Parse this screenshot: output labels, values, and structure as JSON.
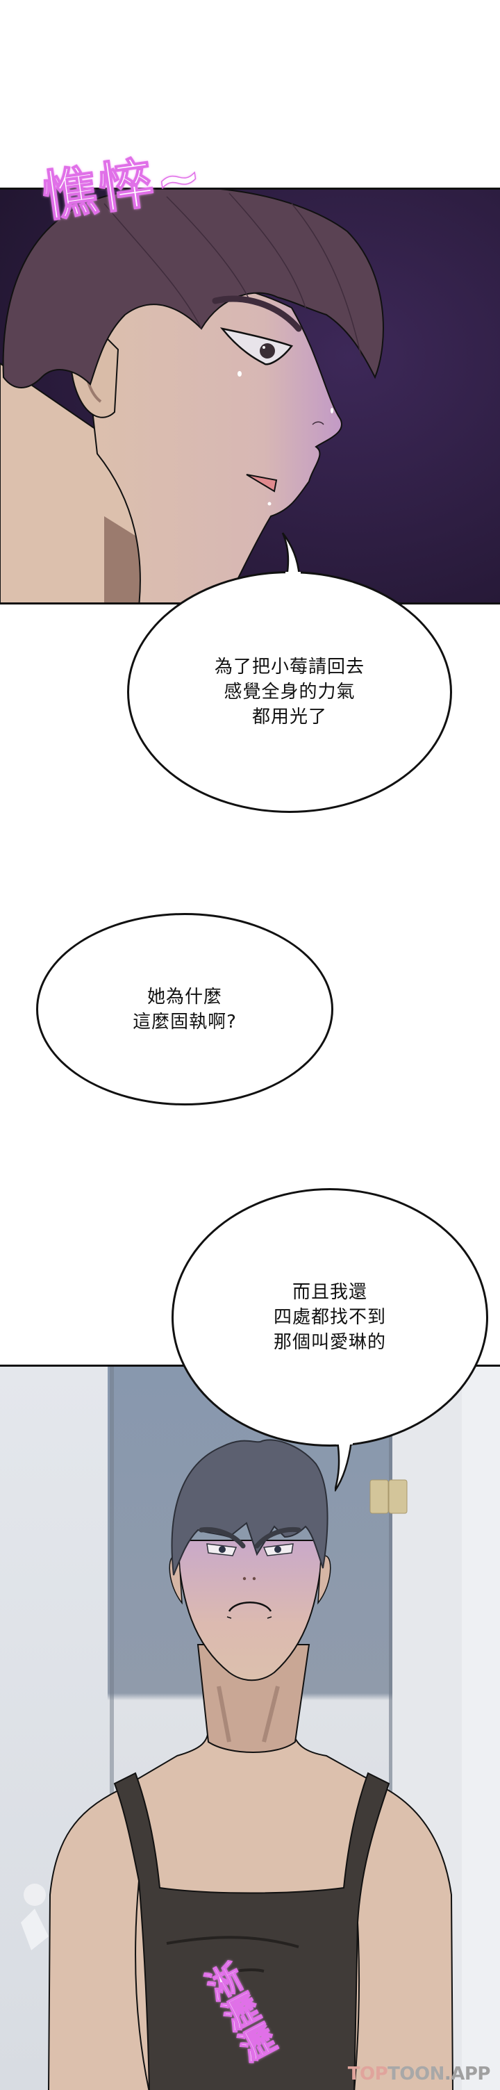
{
  "page": {
    "type": "webtoon-page",
    "background": "#ffffff"
  },
  "panels": [
    {
      "id": "panel-1",
      "description": "Close-up of a tired brown-haired man in profile against a dark purple background",
      "colors": {
        "background": "#2c1d3e",
        "hair": "#5a4253",
        "skin": "#dcc0ad",
        "blush": "#c89ac8"
      },
      "sfx": {
        "text": "憔悴~",
        "color": "#ffffff",
        "outline": "#e070e8"
      }
    },
    {
      "id": "panel-2",
      "description": "Frowning dark-haired man in a black tank top standing in a bright grey corridor",
      "colors": {
        "wall": "#dfe2e7",
        "door": "#8a98ac",
        "hair": "#5c6070",
        "skin": "#dcc0ad",
        "tank_top": "#403b38",
        "handle": "#cdbf95"
      },
      "sfx": {
        "text": "淅瀝瀝",
        "color": "#ffffff",
        "outline": "#e070e8"
      }
    }
  ],
  "bubbles": [
    {
      "id": "bubble-1",
      "text": "為了把小莓請回去\n感覺全身的力氣\n都用光了"
    },
    {
      "id": "bubble-2",
      "text": "她為什麼\n這麼固執啊?"
    },
    {
      "id": "bubble-3",
      "text": "而且我還\n四處都找不到\n那個叫愛琳的"
    }
  ],
  "watermark": {
    "part1": "TOP",
    "part2": "TOON",
    "part3": ".APP",
    "color_part1": "#e0a49c",
    "color_rest": "#a8a8a8"
  }
}
